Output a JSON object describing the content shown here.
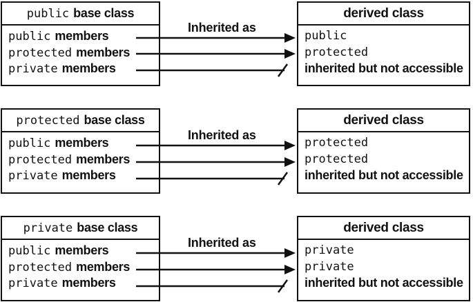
{
  "groups": [
    {
      "base_keyword": "public",
      "base_suffix": "base class",
      "derived_title": "derived class",
      "inherited_label": "Inherited as",
      "members": [
        {
          "keyword": "public",
          "suffix": "members"
        },
        {
          "keyword": "protected",
          "suffix": "members"
        },
        {
          "keyword": "private",
          "suffix": "members"
        }
      ],
      "results": [
        "public",
        "protected",
        "inherited but not accessible"
      ]
    },
    {
      "base_keyword": "protected",
      "base_suffix": "base class",
      "derived_title": "derived class",
      "inherited_label": "Inherited as",
      "members": [
        {
          "keyword": "public",
          "suffix": "members"
        },
        {
          "keyword": "protected",
          "suffix": "members"
        },
        {
          "keyword": "private",
          "suffix": "members"
        }
      ],
      "results": [
        "protected",
        "protected",
        "inherited but not accessible"
      ]
    },
    {
      "base_keyword": "private",
      "base_suffix": "base class",
      "derived_title": "derived class",
      "inherited_label": "Inherited as",
      "members": [
        {
          "keyword": "public",
          "suffix": "members"
        },
        {
          "keyword": "protected",
          "suffix": "members"
        },
        {
          "keyword": "private",
          "suffix": "members"
        }
      ],
      "results": [
        "private",
        "private",
        "inherited but not accessible"
      ]
    }
  ]
}
